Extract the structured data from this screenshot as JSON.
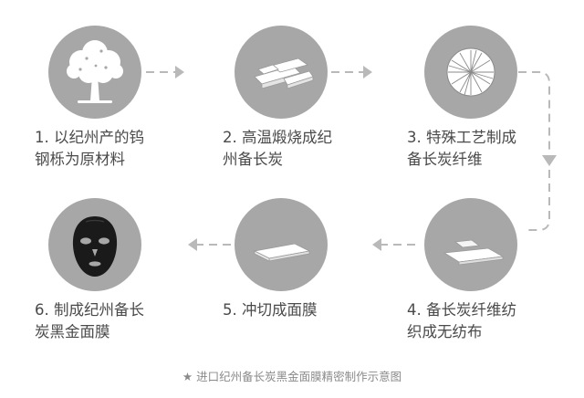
{
  "steps": [
    {
      "label": "1. 以纪州产的钨\n钢栎为原材料",
      "icon": "tree-icon"
    },
    {
      "label": "2. 高温煅烧成纪\n州备长炭",
      "icon": "charcoal-icon"
    },
    {
      "label": "3. 特殊工艺制成\n备长炭纤维",
      "icon": "fiber-cross-section-icon"
    },
    {
      "label": "4. 备长炭纤维纺\n织成无纺布",
      "icon": "nonwoven-fabric-icon"
    },
    {
      "label": "5. 冲切成面膜",
      "icon": "fabric-sheet-icon"
    },
    {
      "label": "6. 制成纪州备长\n炭黑金面膜",
      "icon": "black-mask-icon"
    }
  ],
  "caption": "★ 进口纪州备长炭黑金面膜精密制作示意图",
  "colors": {
    "circle": "#a7a7a7",
    "arrow": "#b9b9b9",
    "text": "#4a4a4a",
    "caption": "#8a8a8a"
  }
}
